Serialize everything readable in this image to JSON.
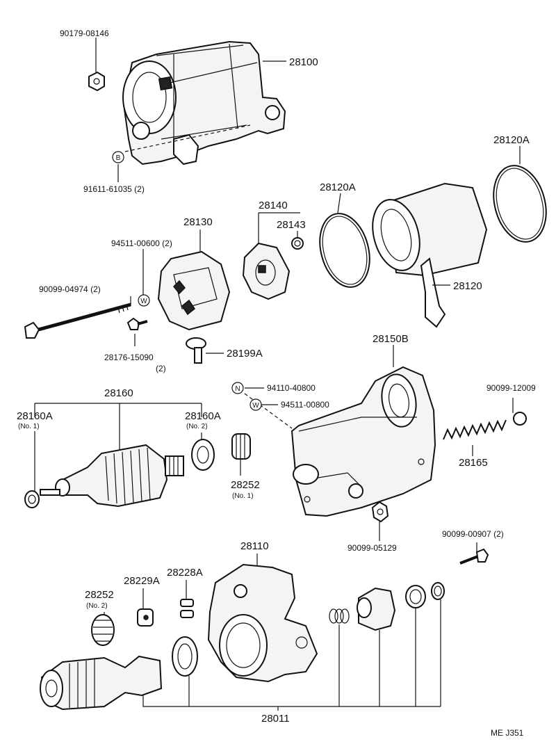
{
  "diagram": {
    "labels": {
      "p90179_08146": "90179-08146",
      "p28100": "28100",
      "p91611_61035": "91611-61035 (2)",
      "p28120A_top": "28120A",
      "p28120A_mid": "28120A",
      "p28140": "28140",
      "p28143": "28143",
      "p28130": "28130",
      "p94511_00600": "94511-00600 (2)",
      "p90099_04974": "90099-04974 (2)",
      "p28120": "28120",
      "p28176_15090": "28176-15090",
      "p28176_qty": "(2)",
      "p28199A": "28199A",
      "p28150B": "28150B",
      "p94110_40800": "94110-40800",
      "p94511_00800": "94511-00800",
      "p90099_12009": "90099-12009",
      "p28160": "28160",
      "p28160A_left": "28160A",
      "p28160A_left_no": "(No. 1)",
      "p28160A_right": "28160A",
      "p28160A_right_no": "(No. 2)",
      "p28252_no1": "28252",
      "p28252_no1_no": "(No. 1)",
      "p28165": "28165",
      "p90099_05129": "90099-05129",
      "p90099_00907": "90099-00907 (2)",
      "p28110": "28110",
      "p28228A": "28228A",
      "p28229A": "28229A",
      "p28252_no2": "28252",
      "p28252_no2_no": "(No. 2)",
      "p28011": "28011",
      "footer": "ME  J351"
    },
    "symbols": {
      "B": "B",
      "W1": "W",
      "W2": "W",
      "N": "N"
    }
  }
}
